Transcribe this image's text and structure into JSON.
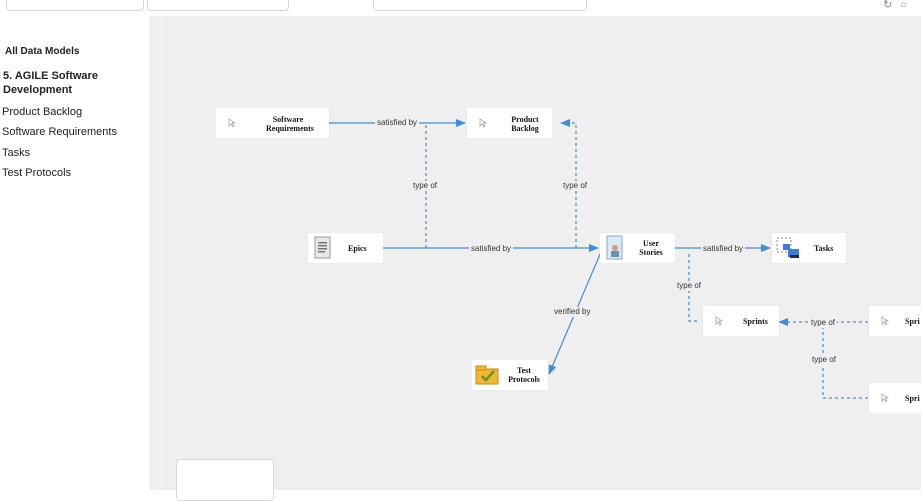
{
  "sidebar": {
    "heading": "All Data Models",
    "model": "5. AGILE Software Development",
    "items": [
      "Product Backlog",
      "Software Requirements",
      "Tasks",
      "Test Protocols"
    ]
  },
  "diagram": {
    "nodes": {
      "software_requirements": "Software Requirements",
      "product_backlog": "Product Backlog",
      "epics": "Epics",
      "user_stories": "User Stories",
      "tasks": "Tasks",
      "sprints": "Sprints",
      "spri_top": "Spri",
      "spri_bottom": "Spri",
      "test_protocols": "Test Protocols"
    },
    "edges": {
      "sr_pb": "satisfied by",
      "sr_type": "type of",
      "pb_type": "type of",
      "epics_us": "satisfied by",
      "us_tasks": "satisfied by",
      "us_sprints": "type of",
      "us_test": "verified by",
      "sprints_type": "type of",
      "sprints_type2": "type of"
    }
  },
  "colors": {
    "edge": "#3b8fdc",
    "canvas": "#efefef"
  }
}
